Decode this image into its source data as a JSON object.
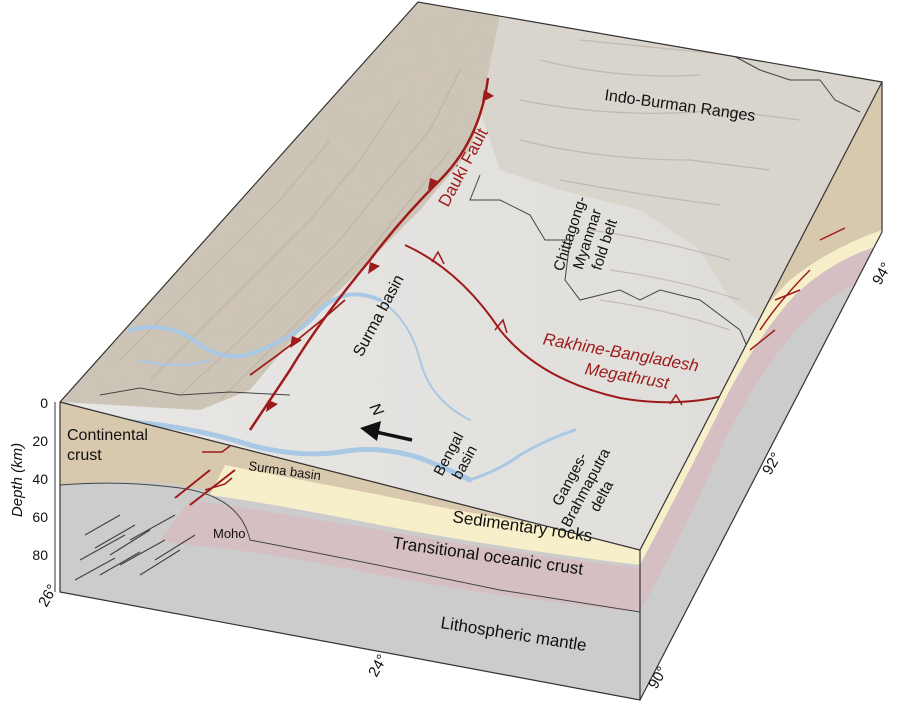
{
  "labels": {
    "indo_burman": "Indo-Burman Ranges",
    "dauki": "Dauki Fault",
    "chittagong_1": "Chittagong-",
    "chittagong_2": "Myanmar",
    "chittagong_3": "fold belt",
    "surma_basin_top": "Surma basin",
    "rakhine_1": "Rakhine-Bangladesh",
    "rakhine_2": "Megathrust",
    "north": "N",
    "bengal_1": "Bengal",
    "bengal_2": "basin",
    "ganges_1": "Ganges-",
    "ganges_2": "Brahmaputra",
    "ganges_3": "delta",
    "continental_1": "Continental",
    "continental_2": "crust",
    "surma_basin_section": "Surma basin",
    "moho": "Moho",
    "sedimentary": "Sedimentary rocks",
    "transitional": "Transitional oceanic crust",
    "mantle": "Lithospheric mantle"
  },
  "depth_axis": {
    "title": "Depth (km)",
    "ticks": [
      "0",
      "20",
      "40",
      "60",
      "80"
    ]
  },
  "coordinates": {
    "lat_26": "26°",
    "lat_24": "24°",
    "lon_90": "90°",
    "lon_92": "92°",
    "lon_94": "94°"
  },
  "colors": {
    "fault": "#9e1b1b",
    "river": "#a9c8e6",
    "continental_crust": "#d8c9ae",
    "sedimentary": "#f7efc9",
    "transitional_crust": "#d6bfc3",
    "mantle": "#cccccc",
    "terrain": "#d2cbbf",
    "plain": "#e6e4e0"
  }
}
